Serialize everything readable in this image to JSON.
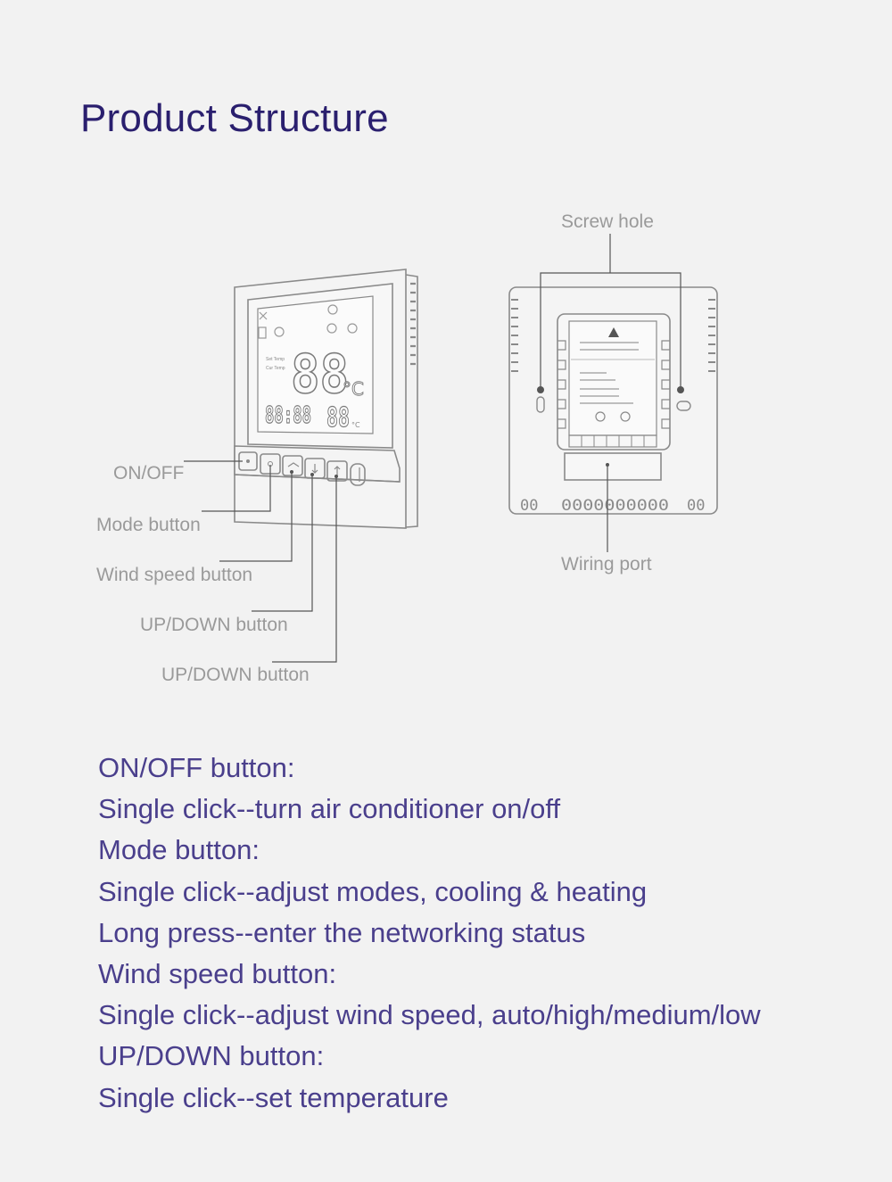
{
  "title": "Product Structure",
  "front_panel": {
    "lcd_big_digits": "88",
    "lcd_unit": "°C",
    "lcd_time": "88:88",
    "lcd_small_digits": "88",
    "lcd_small_unit": "°C",
    "lcd_label_1": "Set Temp",
    "lcd_label_2": "Cur Temp"
  },
  "callouts": {
    "on_off": "ON/OFF",
    "mode": "Mode button",
    "wind_speed": "Wind speed button",
    "up_down_1": "UP/DOWN button",
    "up_down_2": "UP/DOWN button",
    "screw_hole": "Screw hole",
    "wiring_port": "Wiring port"
  },
  "back_panel": {
    "terminal_left": "00",
    "terminal_center": "0000000000",
    "terminal_right": "00"
  },
  "descriptions": [
    "ON/OFF button:",
    "Single click--turn air conditioner on/off",
    "Mode button:",
    "Single click--adjust modes, cooling & heating",
    "Long press--enter the networking status",
    "Wind speed button:",
    "Single click--adjust wind speed, auto/high/medium/low",
    "UP/DOWN button:",
    "Single click--set temperature"
  ]
}
